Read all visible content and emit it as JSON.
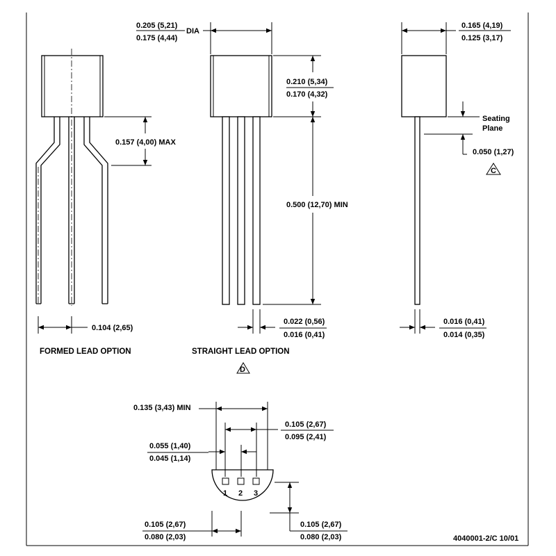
{
  "formed": {
    "height_max": "0.157 (4,00) MAX",
    "pitch": "0.104 (2,65)",
    "caption": "FORMED LEAD OPTION"
  },
  "straight": {
    "dia_max": "0.205 (5,21)",
    "dia_min": "0.175 (4,44)",
    "dia_label": "DIA",
    "body_max": "0.210 (5,34)",
    "body_min": "0.170 (4,32)",
    "lead_length": "0.500 (12,70) MIN",
    "lead_w_max": "0.022 (0,56)",
    "lead_w_min": "0.016 (0,41)",
    "caption": "STRAIGHT LEAD OPTION",
    "note": "D"
  },
  "side": {
    "depth_max": "0.165 (4,19)",
    "depth_min": "0.125 (3,17)",
    "seating_line1": "Seating",
    "seating_line2": "Plane",
    "standoff": "0.050 (1,27)",
    "note": "C",
    "lead_t_max": "0.016 (0,41)",
    "lead_t_min": "0.014 (0,35)"
  },
  "bottom": {
    "flat_min": "0.135 (3,43) MIN",
    "span_max": "0.105 (2,67)",
    "span_min": "0.095 (2,41)",
    "pitch_max": "0.055 (1,40)",
    "pitch_min": "0.045 (1,14)",
    "left_max": "0.105 (2,67)",
    "left_min": "0.080 (2,03)",
    "right_max": "0.105 (2,67)",
    "right_min": "0.080 (2,03)",
    "pins": [
      "1",
      "2",
      "3"
    ]
  },
  "footer": {
    "doc_id": "4040001-2/C 10/01"
  }
}
